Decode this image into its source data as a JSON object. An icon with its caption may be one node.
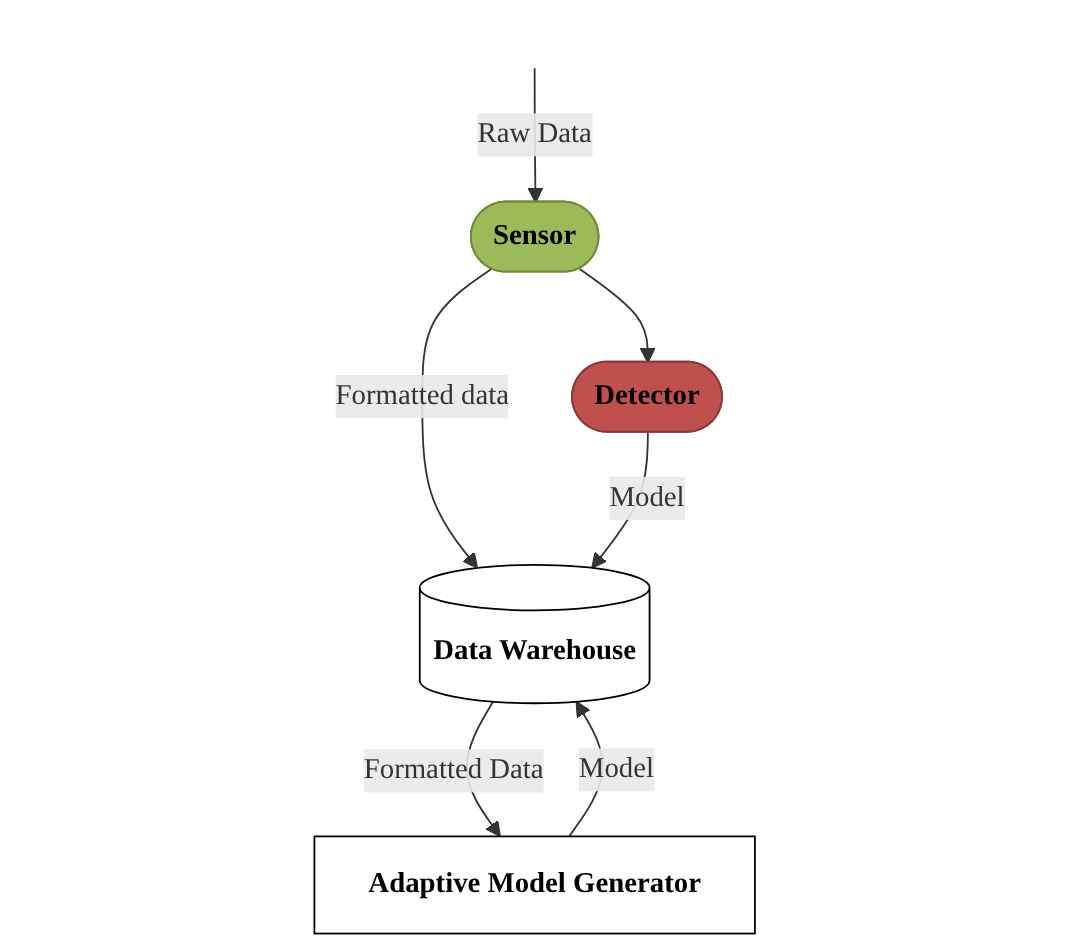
{
  "diagram": {
    "nodes": [
      {
        "text": [
          "Sensor"
        ]
      },
      {
        "text": [
          "Detector"
        ]
      },
      {
        "text": [
          "Data Warehouse"
        ]
      },
      {
        "text": [
          "Adaptive Model Generator"
        ]
      }
    ],
    "edges": [
      {
        "from": null,
        "to": 0,
        "arrow": "to",
        "label": "Raw Data"
      },
      {
        "from": 0,
        "to": 1,
        "arrow": "to"
      },
      {
        "from": 0,
        "to": 2,
        "arrow": "to",
        "label": "Formatted data"
      },
      {
        "from": 1,
        "to": 2,
        "arrow": "to",
        "label": "Model"
      },
      {
        "from": 2,
        "to": 3,
        "arrow": "to",
        "label": "Formatted Data"
      },
      {
        "from": 3,
        "to": 2,
        "arrow": "to",
        "label": "Model"
      }
    ]
  }
}
